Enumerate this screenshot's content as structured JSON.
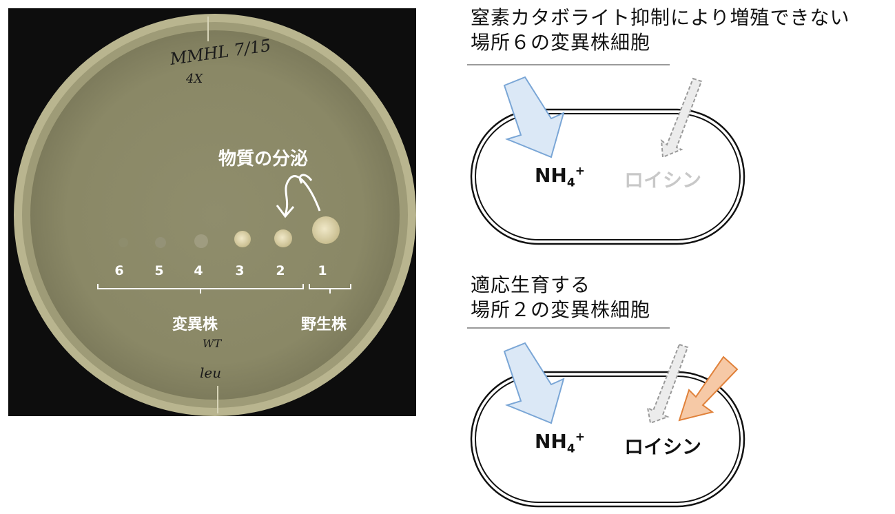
{
  "plate": {
    "handwriting_line1": "MMHL 7/15",
    "handwriting_line2": "4X",
    "handwriting_wt": "WT",
    "handwriting_leu": "leu",
    "secretion_label": "物質の分泌",
    "strain_numbers": [
      "6",
      "5",
      "4",
      "3",
      "2",
      "1"
    ],
    "mutant_label": "変異株",
    "wild_label": "野生株"
  },
  "cell1": {
    "heading_line1": "窒素カタボライト抑制により増殖できない",
    "heading_line2": "場所６の変異株細胞",
    "nh4_main": "NH",
    "nh4_sub": "4",
    "nh4_sup": "+",
    "leucine_label": "ロイシン"
  },
  "cell2": {
    "heading_line1": "適応生育する",
    "heading_line2": "場所２の変異株細胞",
    "nh4_main": "NH",
    "nh4_sub": "4",
    "nh4_sup": "+",
    "leucine_label": "ロイシン"
  },
  "colors": {
    "ammonium_arrow": "#dbe8f6",
    "ammonium_arrow_stroke": "#7aa6d6",
    "blocked_arrow": "#ececec",
    "blocked_arrow_stroke": "#9a9a9a",
    "leucine_arrow": "#f6c9a6",
    "leucine_arrow_stroke": "#e0813a",
    "disabled_text": "#c8c8c8"
  }
}
